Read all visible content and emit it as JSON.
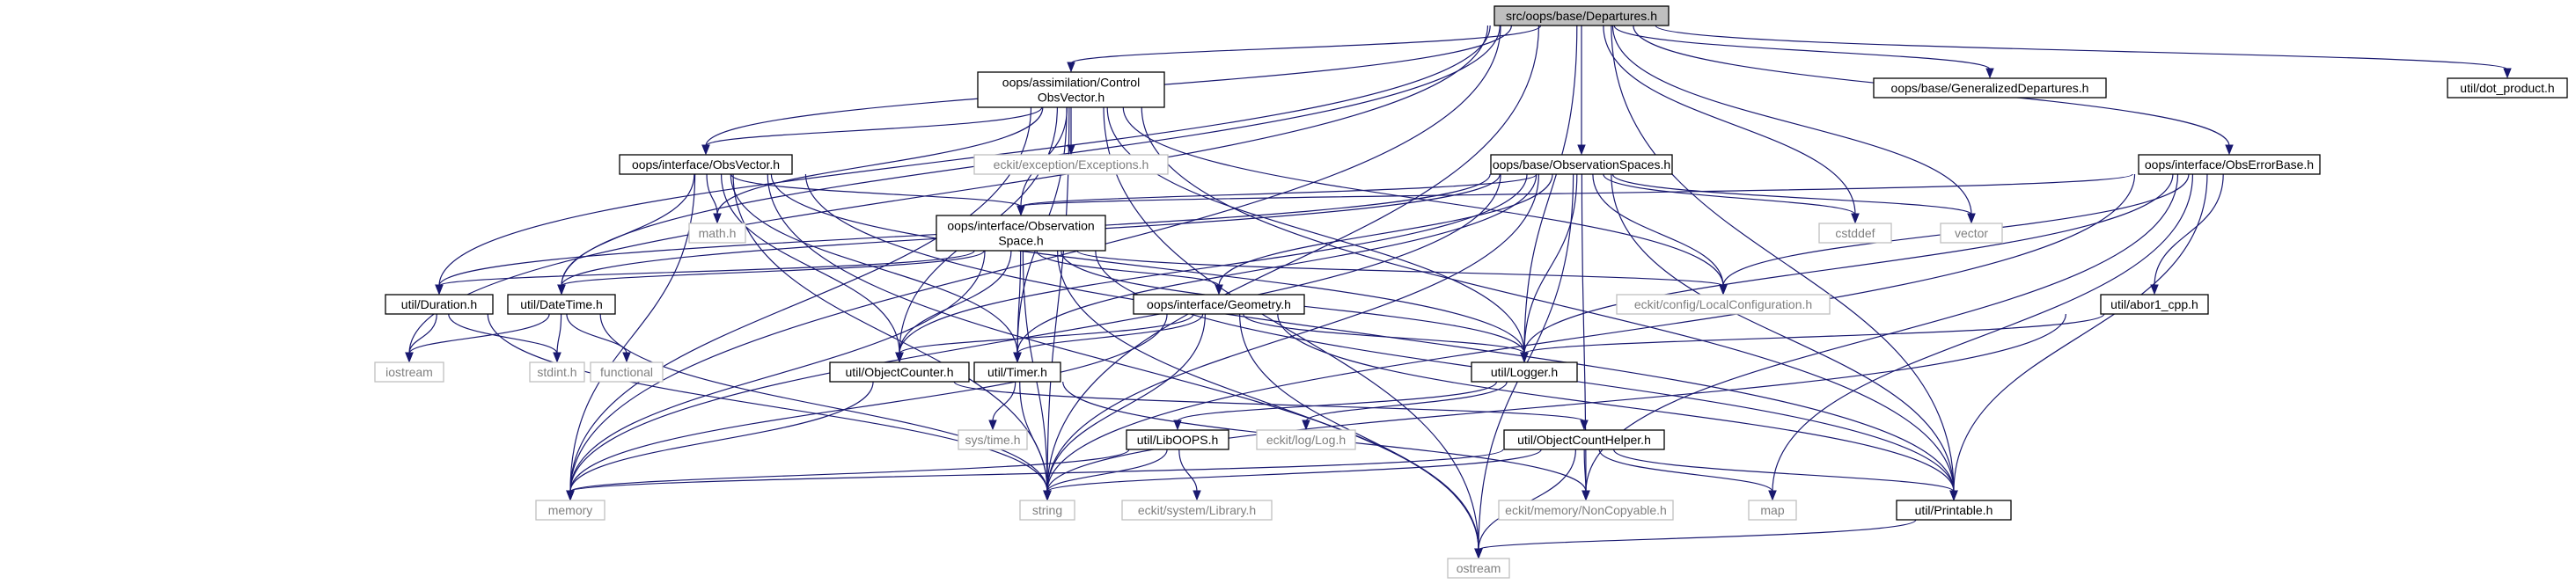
{
  "colors": {
    "edge": "#191970",
    "node_border": "#000000",
    "external_border": "#bfbfbf",
    "external_text": "#7f7f7f",
    "root_fill": "#bfbfbf",
    "background": "#ffffff"
  },
  "graph": {
    "root": "departures",
    "nodes": [
      {
        "id": "departures",
        "lines": [
          "src/oops/base/Departures.h"
        ],
        "kind": "root"
      },
      {
        "id": "controlobsvector",
        "lines": [
          "oops/assimilation/Control",
          "ObsVector.h"
        ],
        "kind": "file"
      },
      {
        "id": "generalizeddepartures",
        "lines": [
          "oops/base/GeneralizedDepartures.h"
        ],
        "kind": "file"
      },
      {
        "id": "dotproduct",
        "lines": [
          "util/dot_product.h"
        ],
        "kind": "file"
      },
      {
        "id": "obsvector",
        "lines": [
          "oops/interface/ObsVector.h"
        ],
        "kind": "file"
      },
      {
        "id": "exceptions",
        "lines": [
          "eckit/exception/Exceptions.h"
        ],
        "kind": "external"
      },
      {
        "id": "observationspaces",
        "lines": [
          "oops/base/ObservationSpaces.h"
        ],
        "kind": "file"
      },
      {
        "id": "obserrorbase",
        "lines": [
          "oops/interface/ObsErrorBase.h"
        ],
        "kind": "file"
      },
      {
        "id": "mathh",
        "lines": [
          "math.h"
        ],
        "kind": "external"
      },
      {
        "id": "observationspace",
        "lines": [
          "oops/interface/Observation",
          "Space.h"
        ],
        "kind": "file"
      },
      {
        "id": "cstddef",
        "lines": [
          "cstddef"
        ],
        "kind": "external"
      },
      {
        "id": "vector",
        "lines": [
          "vector"
        ],
        "kind": "external"
      },
      {
        "id": "duration",
        "lines": [
          "util/Duration.h"
        ],
        "kind": "file"
      },
      {
        "id": "datetime",
        "lines": [
          "util/DateTime.h"
        ],
        "kind": "file"
      },
      {
        "id": "geometry",
        "lines": [
          "oops/interface/Geometry.h"
        ],
        "kind": "file"
      },
      {
        "id": "localconfiguration",
        "lines": [
          "eckit/config/LocalConfiguration.h"
        ],
        "kind": "external"
      },
      {
        "id": "abor1",
        "lines": [
          "util/abor1_cpp.h"
        ],
        "kind": "file"
      },
      {
        "id": "iostream",
        "lines": [
          "iostream"
        ],
        "kind": "external"
      },
      {
        "id": "stdint",
        "lines": [
          "stdint.h"
        ],
        "kind": "external"
      },
      {
        "id": "functional",
        "lines": [
          "functional"
        ],
        "kind": "external"
      },
      {
        "id": "objectcounter",
        "lines": [
          "util/ObjectCounter.h"
        ],
        "kind": "file"
      },
      {
        "id": "timer",
        "lines": [
          "util/Timer.h"
        ],
        "kind": "file"
      },
      {
        "id": "logger",
        "lines": [
          "util/Logger.h"
        ],
        "kind": "file"
      },
      {
        "id": "systime",
        "lines": [
          "sys/time.h"
        ],
        "kind": "external"
      },
      {
        "id": "liboops",
        "lines": [
          "util/LibOOPS.h"
        ],
        "kind": "file"
      },
      {
        "id": "eckitlog",
        "lines": [
          "eckit/log/Log.h"
        ],
        "kind": "external"
      },
      {
        "id": "objectcounthelper",
        "lines": [
          "util/ObjectCountHelper.h"
        ],
        "kind": "file"
      },
      {
        "id": "memory",
        "lines": [
          "memory"
        ],
        "kind": "external"
      },
      {
        "id": "string",
        "lines": [
          "string"
        ],
        "kind": "external"
      },
      {
        "id": "eckitlibrary",
        "lines": [
          "eckit/system/Library.h"
        ],
        "kind": "external"
      },
      {
        "id": "noncopyable",
        "lines": [
          "eckit/memory/NonCopyable.h"
        ],
        "kind": "external"
      },
      {
        "id": "map",
        "lines": [
          "map"
        ],
        "kind": "external"
      },
      {
        "id": "printable",
        "lines": [
          "util/Printable.h"
        ],
        "kind": "file"
      },
      {
        "id": "ostream",
        "lines": [
          "ostream"
        ],
        "kind": "external"
      }
    ],
    "edges": [
      [
        "departures",
        "controlobsvector"
      ],
      [
        "departures",
        "generalizeddepartures"
      ],
      [
        "departures",
        "dotproduct"
      ],
      [
        "departures",
        "obsvector"
      ],
      [
        "departures",
        "observationspaces"
      ],
      [
        "departures",
        "obserrorbase"
      ],
      [
        "departures",
        "cstddef"
      ],
      [
        "departures",
        "vector"
      ],
      [
        "departures",
        "duration"
      ],
      [
        "departures",
        "datetime"
      ],
      [
        "departures",
        "iostream"
      ],
      [
        "departures",
        "logger"
      ],
      [
        "departures",
        "memory"
      ],
      [
        "departures",
        "string"
      ],
      [
        "departures",
        "printable"
      ],
      [
        "controlobsvector",
        "obsvector"
      ],
      [
        "controlobsvector",
        "exceptions"
      ],
      [
        "controlobsvector",
        "mathh"
      ],
      [
        "controlobsvector",
        "observationspace"
      ],
      [
        "controlobsvector",
        "localconfiguration"
      ],
      [
        "controlobsvector",
        "objectcounter"
      ],
      [
        "controlobsvector",
        "timer"
      ],
      [
        "controlobsvector",
        "logger"
      ],
      [
        "controlobsvector",
        "string"
      ],
      [
        "controlobsvector",
        "memory"
      ],
      [
        "controlobsvector",
        "ostream"
      ],
      [
        "controlobsvector",
        "printable"
      ],
      [
        "obsvector",
        "mathh"
      ],
      [
        "obsvector",
        "observationspace"
      ],
      [
        "obsvector",
        "datetime"
      ],
      [
        "obsvector",
        "objectcounter"
      ],
      [
        "obsvector",
        "timer"
      ],
      [
        "obsvector",
        "logger"
      ],
      [
        "obsvector",
        "printable"
      ],
      [
        "obsvector",
        "memory"
      ],
      [
        "obsvector",
        "string"
      ],
      [
        "obsvector",
        "ostream"
      ],
      [
        "observationspaces",
        "observationspace"
      ],
      [
        "observationspaces",
        "geometry"
      ],
      [
        "observationspaces",
        "cstddef"
      ],
      [
        "observationspaces",
        "vector"
      ],
      [
        "observationspaces",
        "localconfiguration"
      ],
      [
        "observationspaces",
        "datetime"
      ],
      [
        "observationspaces",
        "duration"
      ],
      [
        "observationspaces",
        "objectcounter"
      ],
      [
        "observationspaces",
        "timer"
      ],
      [
        "observationspaces",
        "logger"
      ],
      [
        "observationspaces",
        "printable"
      ],
      [
        "observationspaces",
        "noncopyable"
      ],
      [
        "observationspaces",
        "string"
      ],
      [
        "observationspaces",
        "ostream"
      ],
      [
        "observationspaces",
        "memory"
      ],
      [
        "obserrorbase",
        "observationspace"
      ],
      [
        "obserrorbase",
        "localconfiguration"
      ],
      [
        "obserrorbase",
        "abor1"
      ],
      [
        "obserrorbase",
        "logger"
      ],
      [
        "obserrorbase",
        "printable"
      ],
      [
        "obserrorbase",
        "noncopyable"
      ],
      [
        "obserrorbase",
        "map"
      ],
      [
        "obserrorbase",
        "string"
      ],
      [
        "observationspace",
        "duration"
      ],
      [
        "observationspace",
        "datetime"
      ],
      [
        "observationspace",
        "geometry"
      ],
      [
        "observationspace",
        "localconfiguration"
      ],
      [
        "observationspace",
        "objectcounter"
      ],
      [
        "observationspace",
        "timer"
      ],
      [
        "observationspace",
        "logger"
      ],
      [
        "observationspace",
        "printable"
      ],
      [
        "observationspace",
        "memory"
      ],
      [
        "observationspace",
        "string"
      ],
      [
        "observationspace",
        "ostream"
      ],
      [
        "duration",
        "iostream"
      ],
      [
        "duration",
        "stdint"
      ],
      [
        "duration",
        "string"
      ],
      [
        "datetime",
        "iostream"
      ],
      [
        "datetime",
        "stdint"
      ],
      [
        "datetime",
        "functional"
      ],
      [
        "datetime",
        "string"
      ],
      [
        "geometry",
        "objectcounter"
      ],
      [
        "geometry",
        "timer"
      ],
      [
        "geometry",
        "logger"
      ],
      [
        "geometry",
        "printable"
      ],
      [
        "geometry",
        "memory"
      ],
      [
        "geometry",
        "string"
      ],
      [
        "geometry",
        "ostream"
      ],
      [
        "abor1",
        "logger"
      ],
      [
        "abor1",
        "string"
      ],
      [
        "objectcounter",
        "objectcounthelper"
      ],
      [
        "objectcounter",
        "memory"
      ],
      [
        "timer",
        "systime"
      ],
      [
        "timer",
        "string"
      ],
      [
        "timer",
        "noncopyable"
      ],
      [
        "logger",
        "liboops"
      ],
      [
        "logger",
        "eckitlog"
      ],
      [
        "liboops",
        "eckitlibrary"
      ],
      [
        "liboops",
        "memory"
      ],
      [
        "liboops",
        "string"
      ],
      [
        "objectcounthelper",
        "memory"
      ],
      [
        "objectcounthelper",
        "string"
      ],
      [
        "objectcounthelper",
        "map"
      ],
      [
        "objectcounthelper",
        "noncopyable"
      ],
      [
        "objectcounthelper",
        "ostream"
      ],
      [
        "objectcounthelper",
        "printable"
      ],
      [
        "printable",
        "ostream"
      ]
    ]
  }
}
